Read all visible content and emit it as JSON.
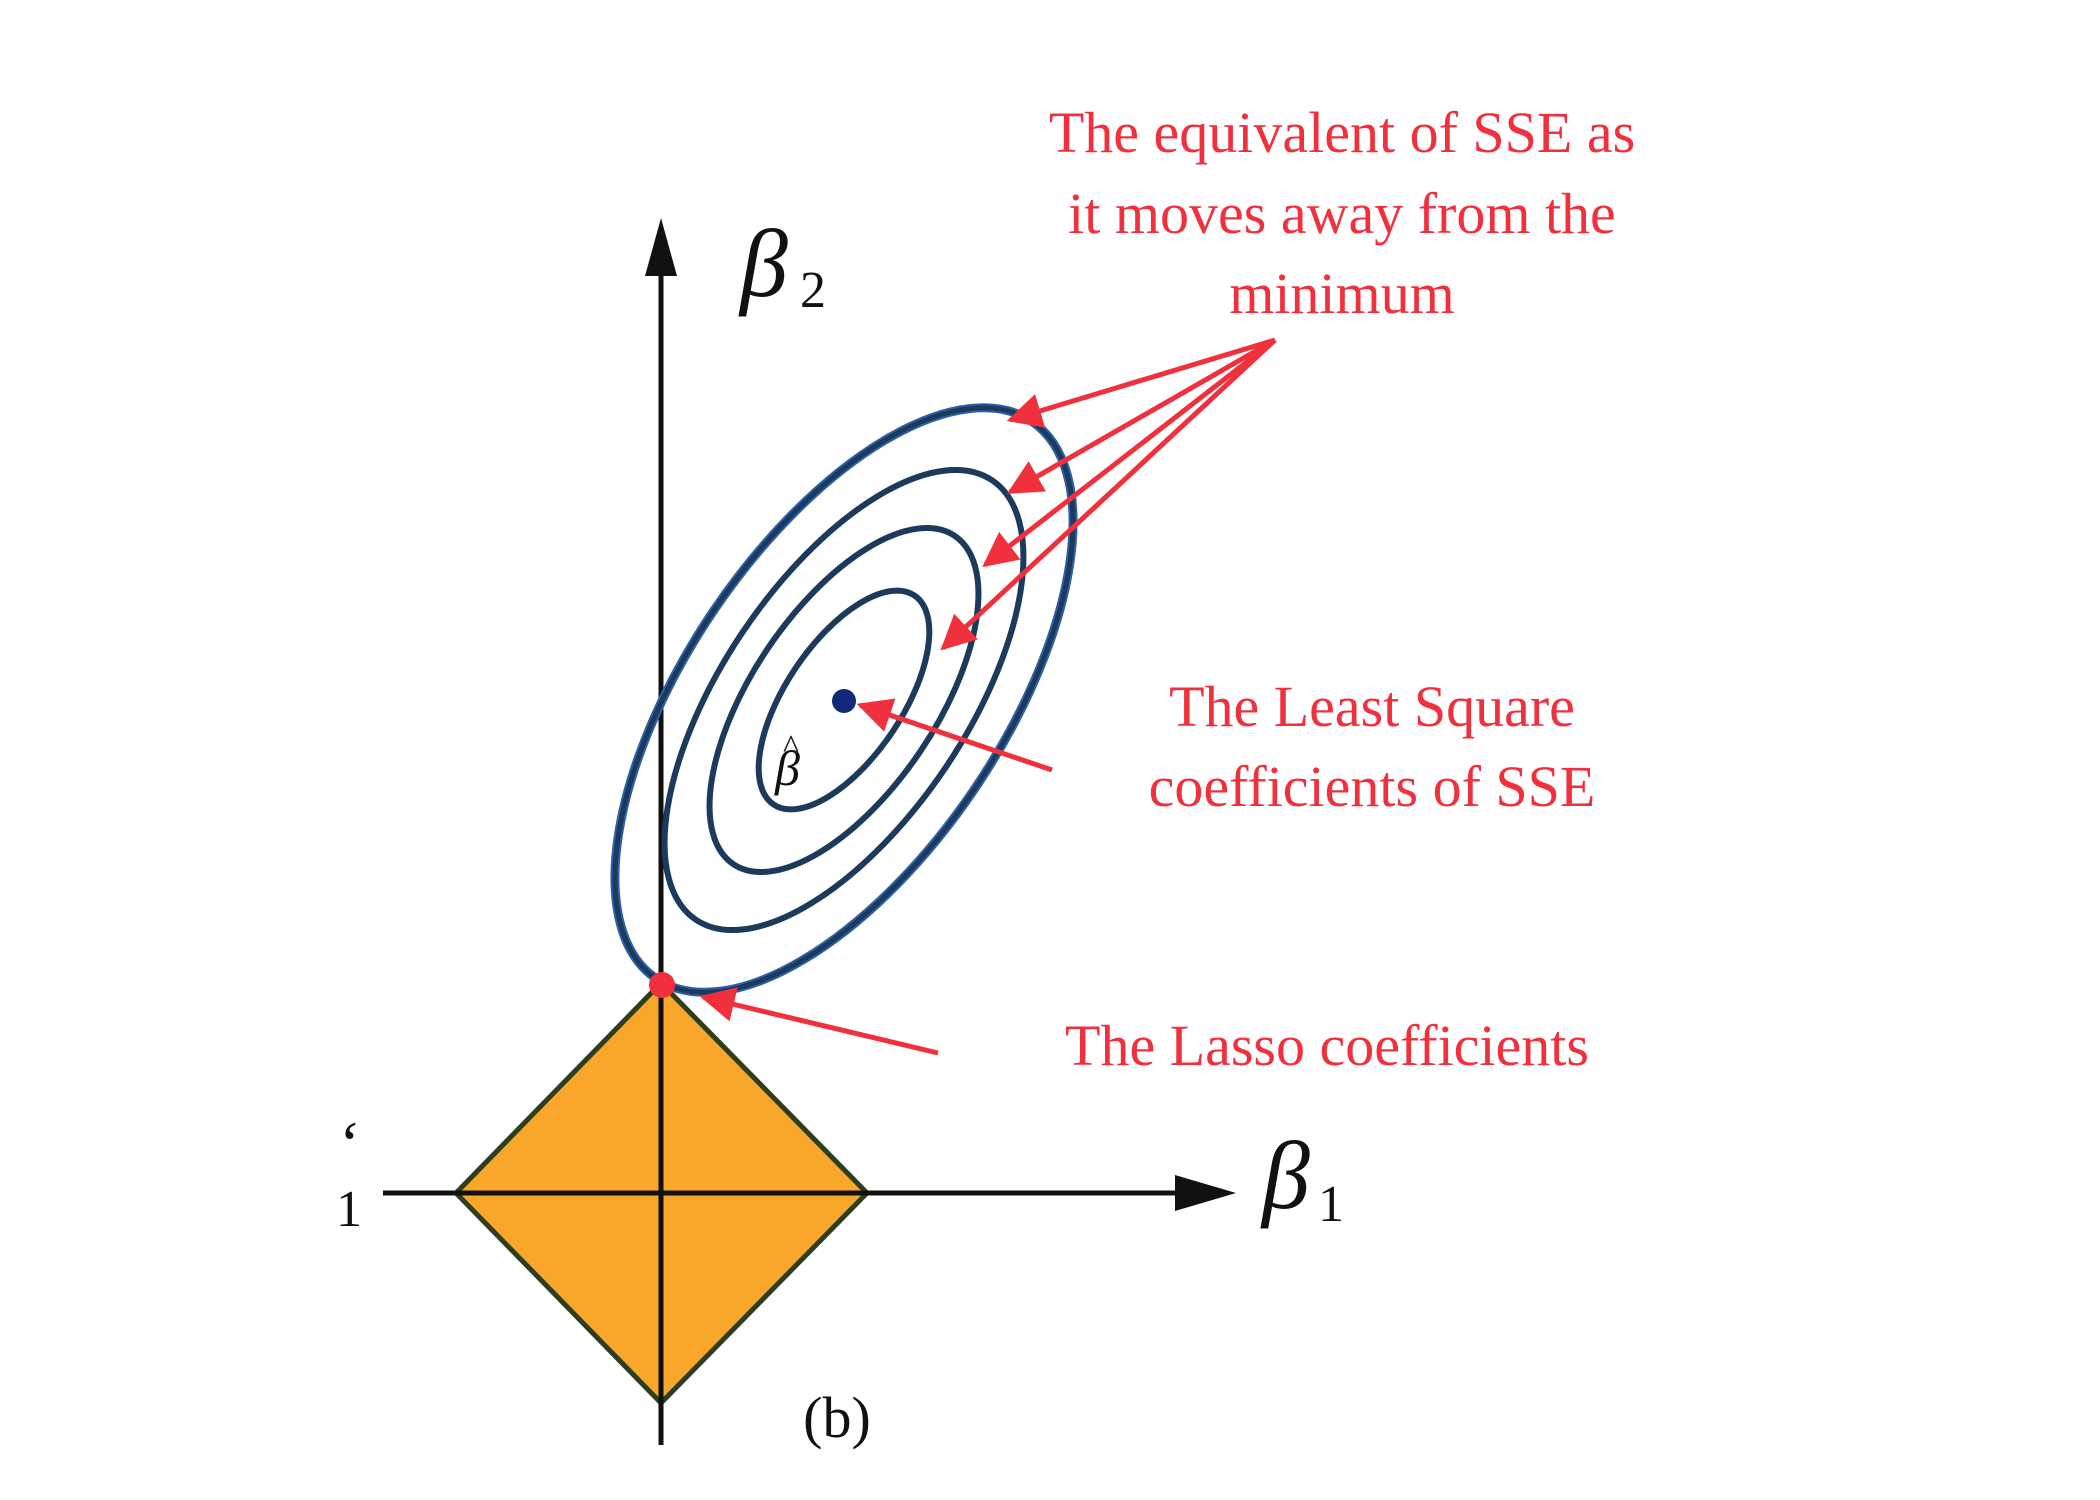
{
  "axes": {
    "y_symbol": "β",
    "y_subscript": "2",
    "x_symbol": "β",
    "x_subscript": "1",
    "left_clip_top": "ʻ",
    "left_clip_sub": "1"
  },
  "estimate_label": {
    "symbol": "β",
    "hat": "^"
  },
  "annotations": {
    "sse_contours": [
      "The equivalent of SSE as",
      "it moves away from the",
      "minimum"
    ],
    "least_squares": [
      "The Least Square",
      "coefficients of SSE"
    ],
    "lasso": "The Lasso coefficients"
  },
  "caption": "(b)",
  "colors": {
    "annotation_text": "#f0303c",
    "arrows": "#f0303c",
    "contours": "#1b3a5c",
    "contour_outer_outline": "#2e5fa8",
    "lasso_region_fill": "#f9a72b",
    "lasso_region_edge": "#2c3e1c",
    "estimate_point": "#102a7a",
    "lasso_point": "#f0303c",
    "axes": "#111111"
  }
}
